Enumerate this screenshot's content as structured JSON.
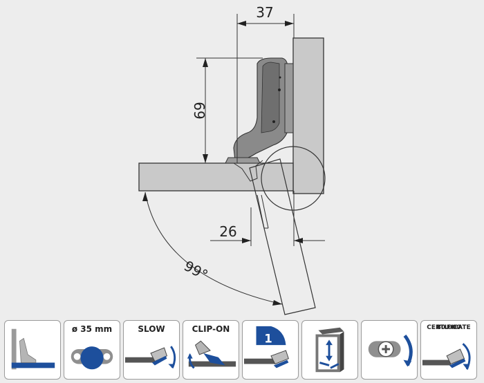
{
  "dimensions": {
    "width_top": "37",
    "height_left": "69",
    "offset_bottom": "26",
    "opening_angle": "99°"
  },
  "icons": {
    "hinge_type": {
      "icon": "full-overlay-hinge-icon"
    },
    "cup_diameter": {
      "label": "ø 35 mm",
      "icon": "hinge-cup-icon"
    },
    "soft_close": {
      "label": "SLOW",
      "icon": "soft-close-icon"
    },
    "mounting": {
      "label": "CLIP-ON",
      "icon": "clip-on-icon"
    },
    "adjustment_one": {
      "label": "1",
      "icon": "one-step-adjust-icon"
    },
    "three_d_adjustment": {
      "icon": "3d-adjustment-icon"
    },
    "cam_adjustment": {
      "icon": "cam-adjustment-icon"
    },
    "certificate": {
      "label_line1": "CERTIFICATE",
      "label_line2": "80.000",
      "icon": "certificate-icon"
    }
  },
  "colors": {
    "accent": "#1d4f9c",
    "line": "#222222",
    "panel": "#c9c9c9",
    "hinge": "#8a8a8a"
  }
}
